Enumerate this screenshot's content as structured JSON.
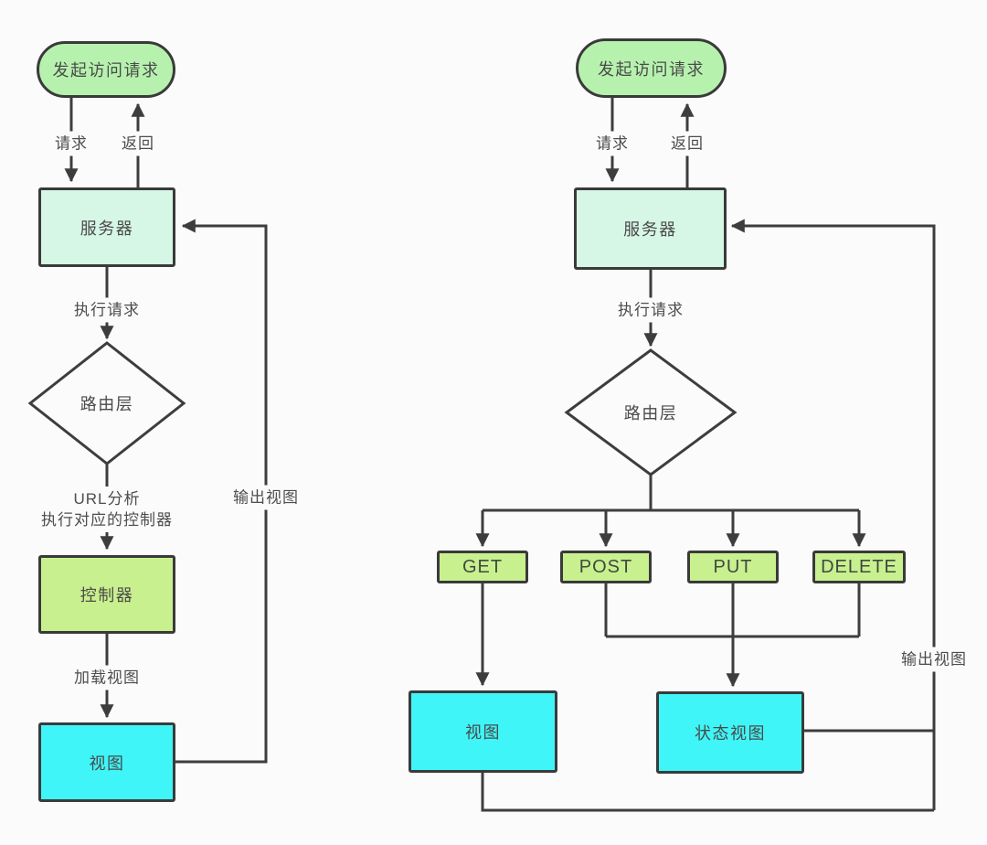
{
  "colors": {
    "background": "#fbfbfb",
    "line": "#3d3d3d",
    "start_fill": "#b6f2ae",
    "server_fill": "#d6f6e6",
    "router_fill": "#cde3f8",
    "controller_fill": "#c9f08e",
    "view_fill": "#3ff5f7"
  },
  "left_flow": {
    "start": "发起访问请求",
    "edge_request": "请求",
    "edge_return": "返回",
    "server": "服务器",
    "edge_execute": "执行请求",
    "router": "路由层",
    "edge_url_line1": "URL分析",
    "edge_url_line2": "执行对应的控制器",
    "controller": "控制器",
    "edge_load_view": "加载视图",
    "view": "视图",
    "edge_output_view": "输出视图"
  },
  "right_flow": {
    "start": "发起访问请求",
    "edge_request": "请求",
    "edge_return": "返回",
    "server": "服务器",
    "edge_execute": "执行请求",
    "router": "路由层",
    "methods": [
      "GET",
      "POST",
      "PUT",
      "DELETE"
    ],
    "view": "视图",
    "status_view": "状态视图",
    "edge_output_view": "输出视图"
  }
}
